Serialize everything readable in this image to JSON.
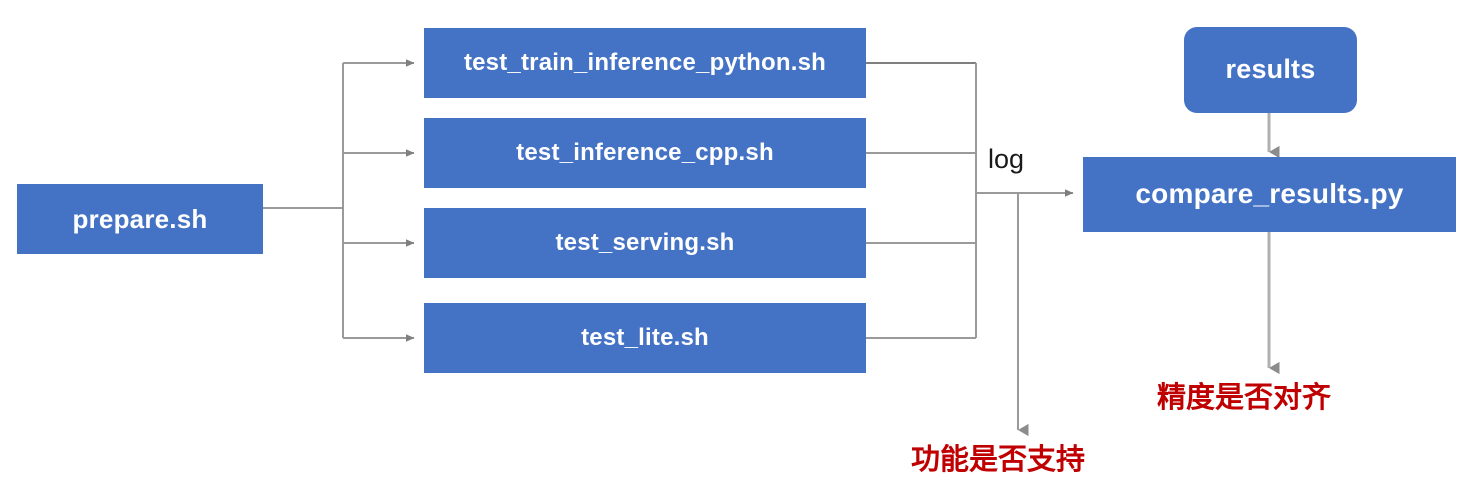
{
  "theme": {
    "box_fill": "#4472C4",
    "box_text": "#FFFFFF",
    "line": "#9A9A9A",
    "line_dark": "#7F7F7F",
    "note_red": "#C00000",
    "background": "#FFFFFF"
  },
  "diagram": {
    "type": "flowchart",
    "entry": {
      "id": "prepare",
      "label": "prepare.sh",
      "shape": "rect"
    },
    "test_scripts": [
      {
        "id": "test_train_inference_python",
        "label": "test_train_inference_python.sh",
        "shape": "rect"
      },
      {
        "id": "test_inference_cpp",
        "label": "test_inference_cpp.sh",
        "shape": "rect"
      },
      {
        "id": "test_serving",
        "label": "test_serving.sh",
        "shape": "rect"
      },
      {
        "id": "test_lite",
        "label": "test_lite.sh",
        "shape": "rect"
      }
    ],
    "results_node": {
      "id": "results",
      "label": "results",
      "shape": "rounded-rect"
    },
    "compare_node": {
      "id": "compare_results",
      "label": "compare_results.py",
      "shape": "rect"
    },
    "edge_labels": [
      {
        "id": "log",
        "label": "log"
      }
    ],
    "outcome_notes": [
      {
        "id": "function-supported",
        "label": "功能是否支持",
        "color": "#C00000"
      },
      {
        "id": "precision-aligned",
        "label": "精度是否对齐",
        "color": "#C00000"
      }
    ],
    "edges": [
      {
        "from": "prepare",
        "to": "test_train_inference_python",
        "arrow": true
      },
      {
        "from": "prepare",
        "to": "test_inference_cpp",
        "arrow": true
      },
      {
        "from": "prepare",
        "to": "test_serving",
        "arrow": true
      },
      {
        "from": "prepare",
        "to": "test_lite",
        "arrow": true
      },
      {
        "from": "test_train_inference_python",
        "to": "log-bus",
        "arrow": false
      },
      {
        "from": "test_inference_cpp",
        "to": "log-bus",
        "arrow": false
      },
      {
        "from": "test_serving",
        "to": "log-bus",
        "arrow": false
      },
      {
        "from": "test_lite",
        "to": "log-bus",
        "arrow": false
      },
      {
        "from": "log-bus",
        "to": "compare_results",
        "label": "log",
        "arrow": true
      },
      {
        "from": "log-bus",
        "to": "function-supported",
        "arrow": true
      },
      {
        "from": "results",
        "to": "compare_results",
        "arrow": true
      },
      {
        "from": "compare_results",
        "to": "precision-aligned",
        "arrow": true
      }
    ]
  }
}
